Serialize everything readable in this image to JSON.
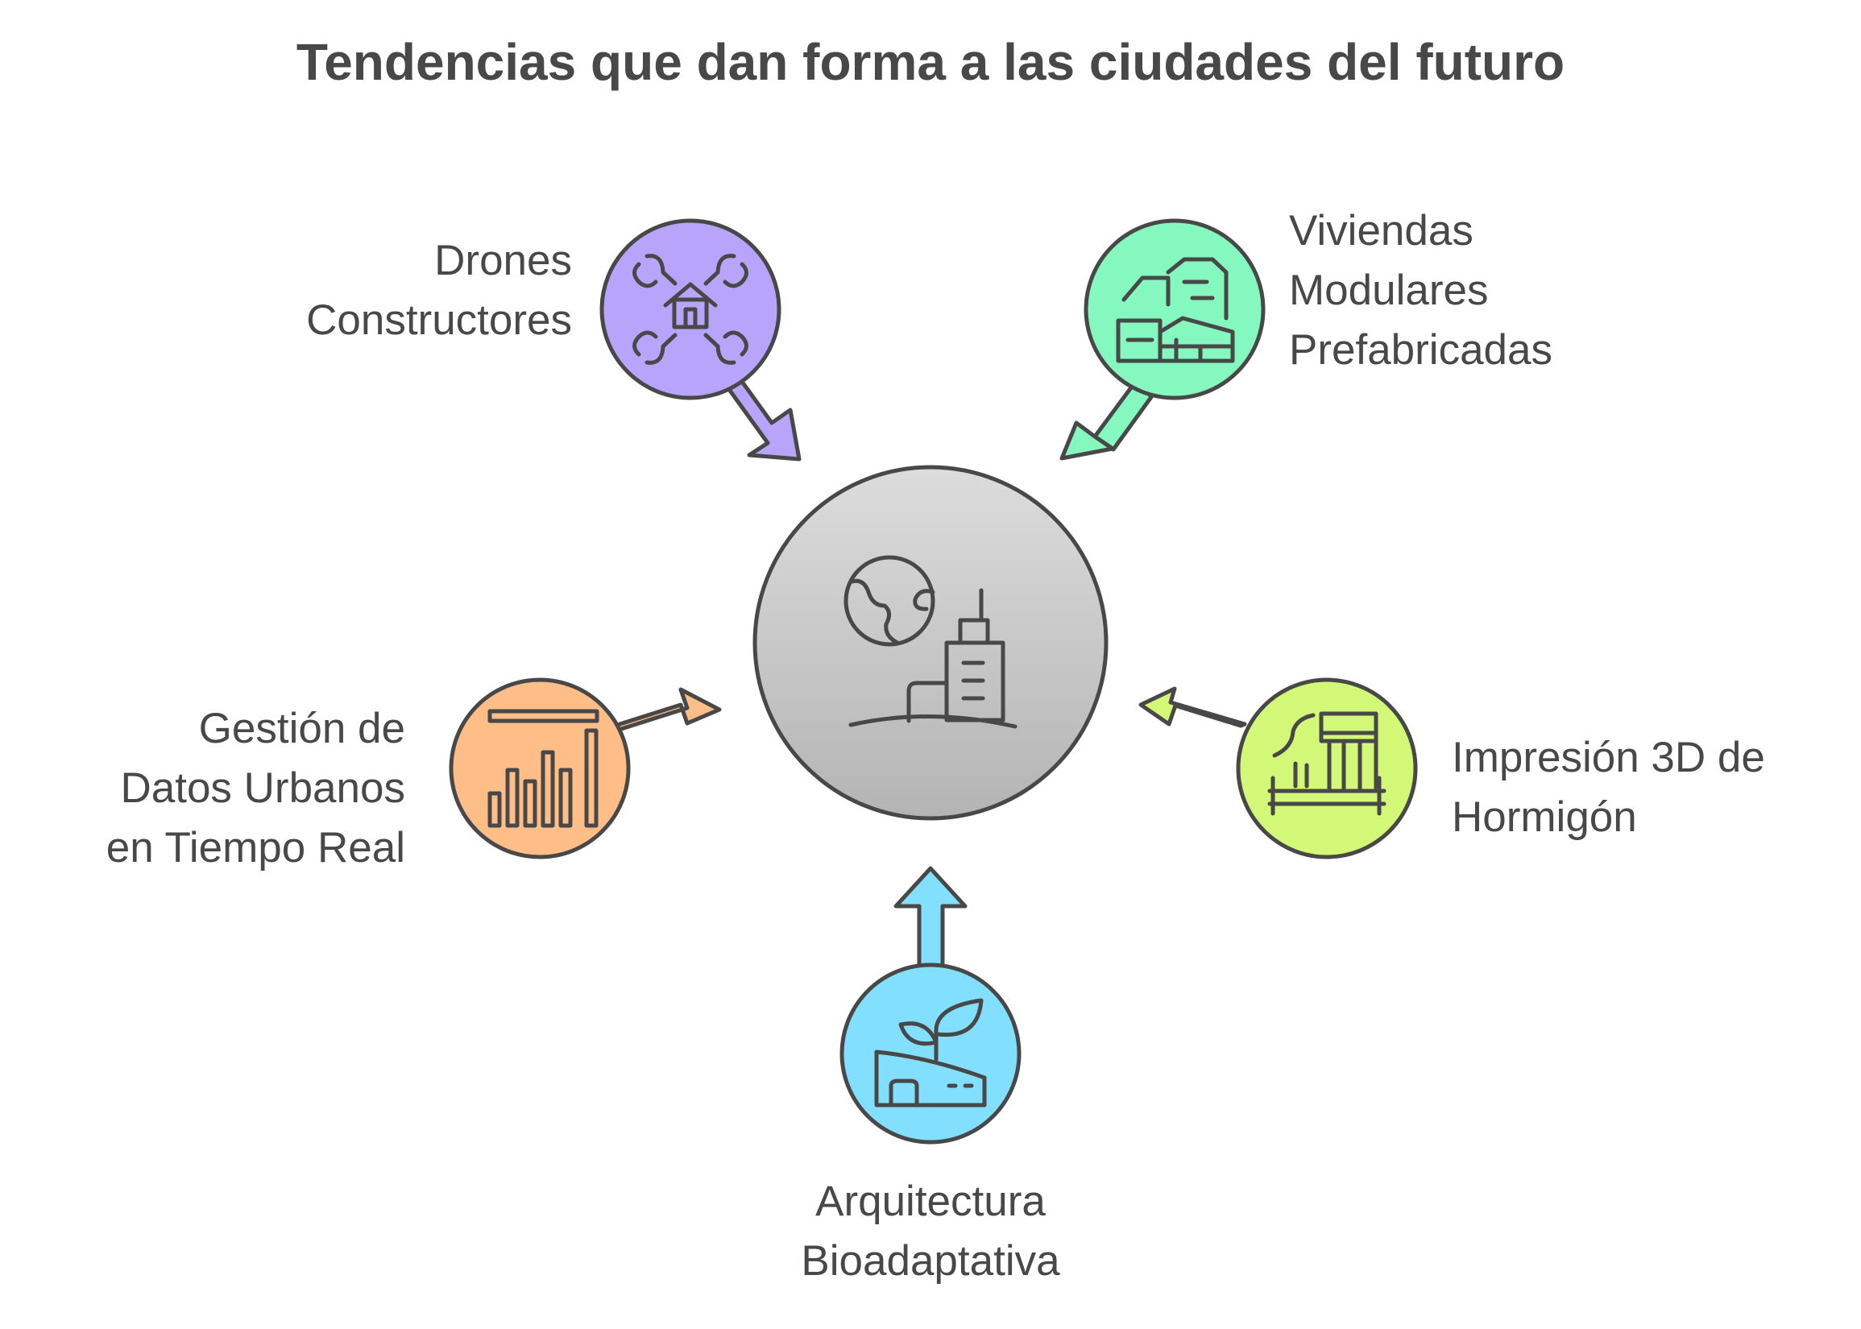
{
  "title": "Tendencias que dan forma a las ciudades del futuro",
  "center": {
    "icon": "globe-city-icon",
    "color": "#c8c8c8"
  },
  "nodes": [
    {
      "id": "drones",
      "lines": [
        "Drones",
        "Constructores"
      ],
      "icon": "drone-house-icon",
      "color": "#b8a5fb"
    },
    {
      "id": "viviendas",
      "lines": [
        "Viviendas",
        "Modulares",
        "Prefabricadas"
      ],
      "icon": "modular-houses-icon",
      "color": "#84f8bf"
    },
    {
      "id": "gestion",
      "lines": [
        "Gestión de",
        "Datos Urbanos",
        "en Tiempo Real"
      ],
      "icon": "bar-chart-icon",
      "color": "#ffbe87"
    },
    {
      "id": "impresion",
      "lines": [
        "Impresión 3D de",
        "Hormigón"
      ],
      "icon": "3d-printer-icon",
      "color": "#d3f877"
    },
    {
      "id": "arquitectura",
      "lines": [
        "Arquitectura",
        "Bioadaptativa"
      ],
      "icon": "green-building-icon",
      "color": "#82dffe"
    }
  ]
}
